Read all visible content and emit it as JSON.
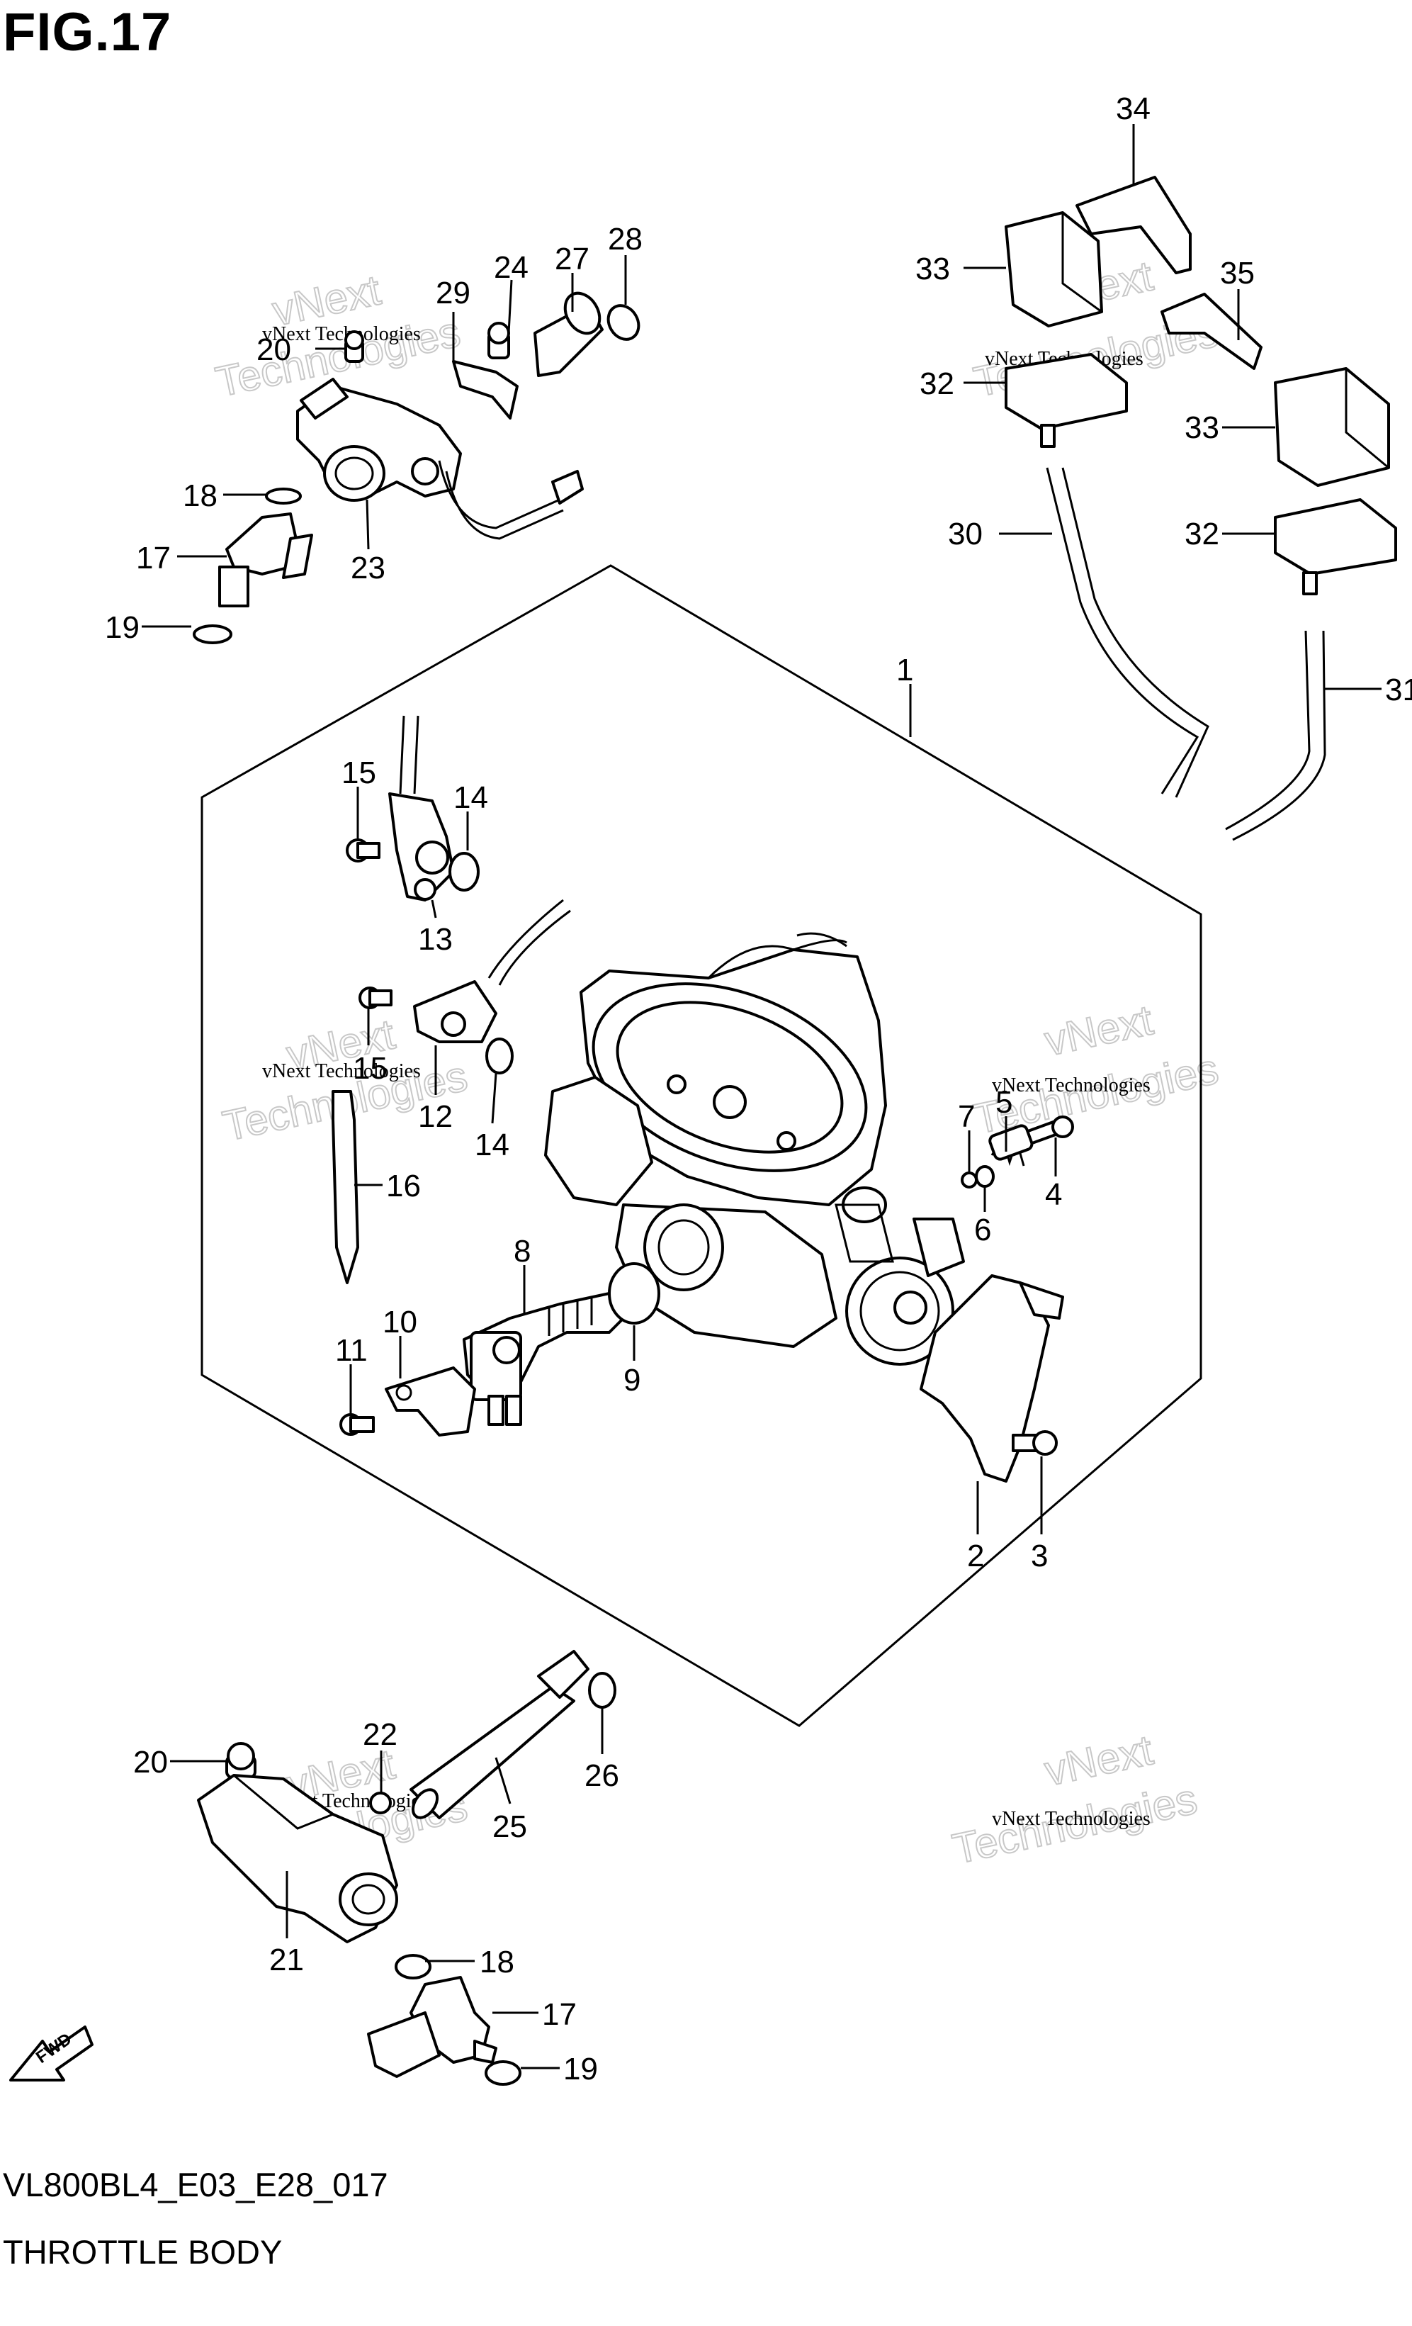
{
  "figure": {
    "title": "FIG.17",
    "code": "VL800BL4_E03_E28_017",
    "name": "THROTTLE BODY"
  },
  "watermark": {
    "small": "vNext Technologies",
    "large_line1": "vNext",
    "large_line2": "Technologies"
  },
  "fwd_label": "FWD",
  "callouts": [
    {
      "id": "c1",
      "label": "1"
    },
    {
      "id": "c2",
      "label": "2"
    },
    {
      "id": "c3",
      "label": "3"
    },
    {
      "id": "c4",
      "label": "4"
    },
    {
      "id": "c5",
      "label": "5"
    },
    {
      "id": "c6",
      "label": "6"
    },
    {
      "id": "c7",
      "label": "7"
    },
    {
      "id": "c8",
      "label": "8"
    },
    {
      "id": "c9",
      "label": "9"
    },
    {
      "id": "c10",
      "label": "10"
    },
    {
      "id": "c11",
      "label": "11"
    },
    {
      "id": "c12",
      "label": "12"
    },
    {
      "id": "c13",
      "label": "13"
    },
    {
      "id": "c14a",
      "label": "14"
    },
    {
      "id": "c14b",
      "label": "14"
    },
    {
      "id": "c15a",
      "label": "15"
    },
    {
      "id": "c15b",
      "label": "15"
    },
    {
      "id": "c16",
      "label": "16"
    },
    {
      "id": "c17a",
      "label": "17"
    },
    {
      "id": "c17b",
      "label": "17"
    },
    {
      "id": "c18a",
      "label": "18"
    },
    {
      "id": "c18b",
      "label": "18"
    },
    {
      "id": "c19a",
      "label": "19"
    },
    {
      "id": "c19b",
      "label": "19"
    },
    {
      "id": "c20a",
      "label": "20"
    },
    {
      "id": "c20b",
      "label": "20"
    },
    {
      "id": "c21",
      "label": "21"
    },
    {
      "id": "c22",
      "label": "22"
    },
    {
      "id": "c23",
      "label": "23"
    },
    {
      "id": "c24",
      "label": "24"
    },
    {
      "id": "c25",
      "label": "25"
    },
    {
      "id": "c26",
      "label": "26"
    },
    {
      "id": "c27",
      "label": "27"
    },
    {
      "id": "c28",
      "label": "28"
    },
    {
      "id": "c29",
      "label": "29"
    },
    {
      "id": "c30",
      "label": "30"
    },
    {
      "id": "c31",
      "label": "31"
    },
    {
      "id": "c32a",
      "label": "32"
    },
    {
      "id": "c32b",
      "label": "32"
    },
    {
      "id": "c33a",
      "label": "33"
    },
    {
      "id": "c33b",
      "label": "33"
    },
    {
      "id": "c34",
      "label": "34"
    },
    {
      "id": "c35",
      "label": "35"
    }
  ]
}
